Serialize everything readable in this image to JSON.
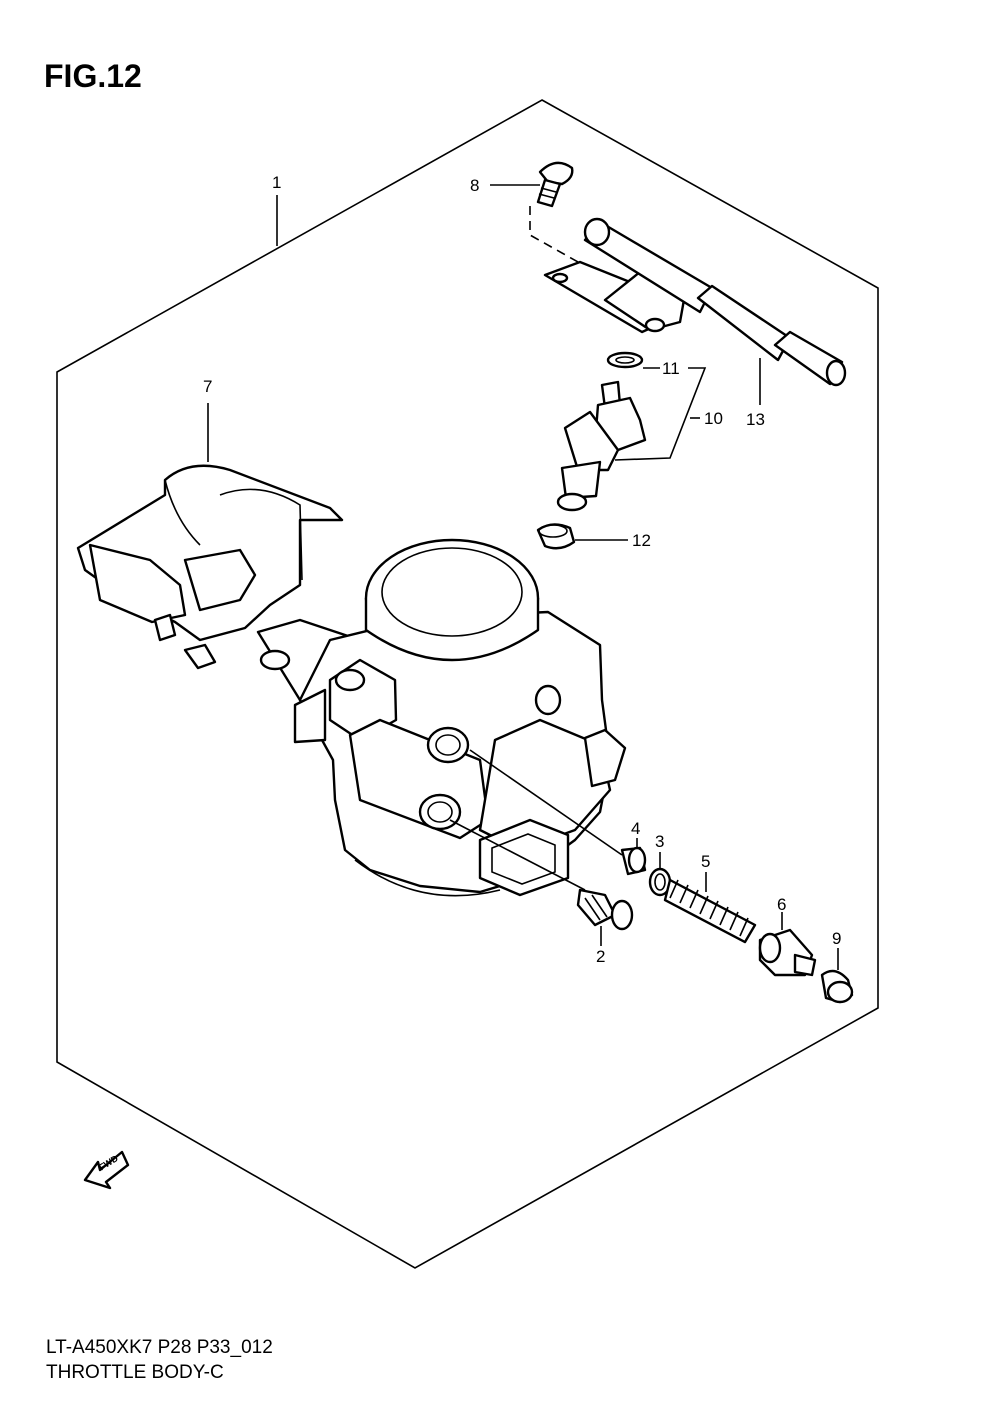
{
  "figure": {
    "title": "FIG.12"
  },
  "callouts": [
    {
      "id": "1",
      "label": "1"
    },
    {
      "id": "2",
      "label": "2"
    },
    {
      "id": "3",
      "label": "3"
    },
    {
      "id": "4",
      "label": "4"
    },
    {
      "id": "5",
      "label": "5"
    },
    {
      "id": "6",
      "label": "6"
    },
    {
      "id": "7",
      "label": "7"
    },
    {
      "id": "8",
      "label": "8"
    },
    {
      "id": "9",
      "label": "9"
    },
    {
      "id": "10",
      "label": "10"
    },
    {
      "id": "11",
      "label": "11"
    },
    {
      "id": "12",
      "label": "12"
    },
    {
      "id": "13",
      "label": "13"
    }
  ],
  "fwd_marker": {
    "label": "FWD"
  },
  "footer": {
    "model": "LT-A450XK7 P28 P33_012",
    "caption": "THROTTLE BODY-C"
  }
}
